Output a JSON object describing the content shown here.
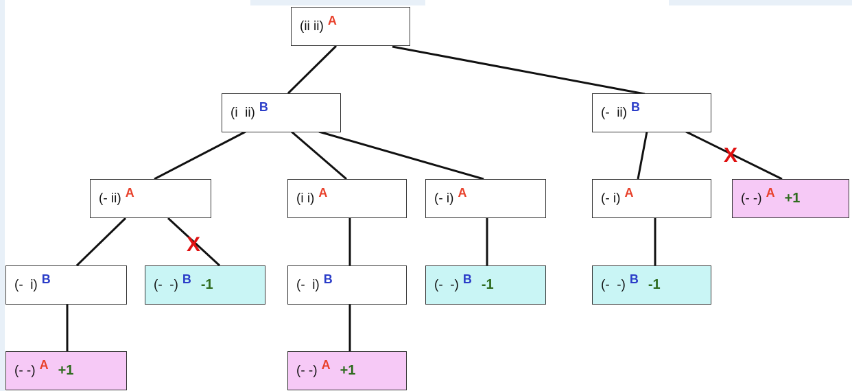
{
  "nodes": [
    {
      "id": "root",
      "state": "(ii ii)",
      "player": "A"
    },
    {
      "id": "n1",
      "state": "(i  ii)",
      "player": "B"
    },
    {
      "id": "n2",
      "state": "(-  ii)",
      "player": "B"
    },
    {
      "id": "n3",
      "state": "(- ii)",
      "player": "A"
    },
    {
      "id": "n4",
      "state": "(i i)",
      "player": "A"
    },
    {
      "id": "n5",
      "state": "(- i)",
      "player": "A"
    },
    {
      "id": "n6",
      "state": "(- i)",
      "player": "A"
    },
    {
      "id": "n7",
      "state": "(- -)",
      "player": "A",
      "score": "+1"
    },
    {
      "id": "n8",
      "state": "(-  i)",
      "player": "B"
    },
    {
      "id": "n9",
      "state": "(-  -)",
      "player": "B",
      "score": "-1"
    },
    {
      "id": "n10",
      "state": "(-  i)",
      "player": "B"
    },
    {
      "id": "n11",
      "state": "(-  -)",
      "player": "B",
      "score": "-1"
    },
    {
      "id": "n12",
      "state": "(-  -)",
      "player": "B",
      "score": "-1"
    },
    {
      "id": "n13",
      "state": "(- -)",
      "player": "A",
      "score": "+1"
    },
    {
      "id": "n14",
      "state": "(- -)",
      "player": "A",
      "score": "+1"
    }
  ],
  "pruned_mark": "X",
  "colors": {
    "player_a": "#e8402a",
    "player_b": "#2a3cc8",
    "win": "#f6c9f6",
    "lose": "#c9f5f5",
    "score": "#2e6b1e"
  }
}
